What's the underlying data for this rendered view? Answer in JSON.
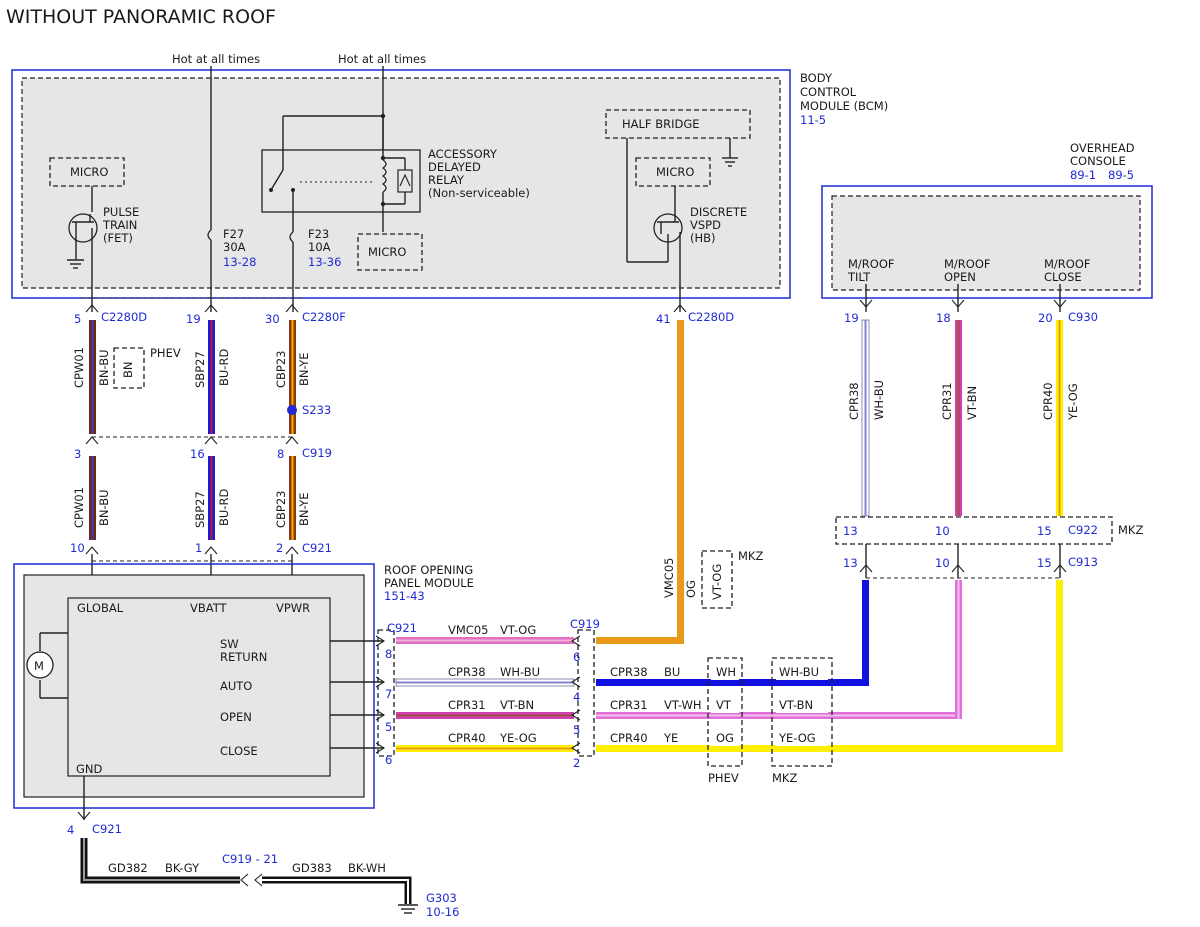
{
  "title": "WITHOUT PANORAMIC ROOF",
  "hot_labels": [
    "Hot at all times",
    "Hot at all times"
  ],
  "bcm": {
    "name": [
      "BODY",
      "CONTROL",
      "MODULE (BCM)"
    ],
    "ref": "11-5"
  },
  "overhead": {
    "name": [
      "OVERHEAD",
      "CONSOLE"
    ],
    "ref1": "89-1",
    "ref2": "89-5",
    "pins": [
      [
        "M/ROOF",
        "TILT"
      ],
      [
        "M/ROOF",
        "OPEN"
      ],
      [
        "M/ROOF",
        "CLOSE"
      ]
    ]
  },
  "relay": {
    "label": [
      "ACCESSORY",
      "DELAYED",
      "RELAY",
      "(Non-serviceable)"
    ]
  },
  "micro": "MICRO",
  "half_bridge": "HALF BRIDGE",
  "pulse_train": [
    "PULSE",
    "TRAIN",
    "(FET)"
  ],
  "discrete": [
    "DISCRETE",
    "VSPD",
    "(HB)"
  ],
  "fuses": [
    {
      "name": "F27",
      "amps": "30A",
      "ref": "13-28"
    },
    {
      "name": "F23",
      "amps": "10A",
      "ref": "13-36"
    }
  ],
  "bcm_pins": [
    {
      "pin": "5",
      "conn": "C2280D"
    },
    {
      "pin": "19",
      "conn": ""
    },
    {
      "pin": "30",
      "conn": "C2280F"
    },
    {
      "pin": "41",
      "conn": "C2280D"
    }
  ],
  "left_wires": [
    {
      "circuit": "CPW01",
      "color": "BN-BU"
    },
    {
      "circuit": "SBP27",
      "color": "BU-RD"
    },
    {
      "circuit": "CBP23",
      "color": "BN-YE"
    }
  ],
  "phev_box": {
    "color": "BN",
    "label": "PHEV"
  },
  "splice": "S233",
  "c919_pins": [
    {
      "pin": "3",
      "conn": ""
    },
    {
      "pin": "16",
      "conn": ""
    },
    {
      "pin": "8",
      "conn": "C919"
    }
  ],
  "c921_pins": [
    {
      "pin": "10",
      "conn": ""
    },
    {
      "pin": "1",
      "conn": ""
    },
    {
      "pin": "2",
      "conn": "C921"
    }
  ],
  "ropm": {
    "name": [
      "ROOF OPENING",
      "PANEL MODULE"
    ],
    "ref": "151-43",
    "inputs": [
      "GLOBAL",
      "VBATT",
      "VPWR"
    ],
    "gnd": "GND",
    "motor": "M",
    "outputs": [
      [
        "SW",
        "RETURN"
      ],
      [
        "AUTO"
      ],
      [
        "OPEN"
      ],
      [
        "CLOSE"
      ]
    ]
  },
  "vmc05": {
    "circuit": "VMC05",
    "color": "OG",
    "mkz_color": "VT-OG",
    "mkz": "MKZ"
  },
  "overhead_pins": [
    {
      "pin": "19",
      "conn": ""
    },
    {
      "pin": "18",
      "conn": ""
    },
    {
      "pin": "20",
      "conn": "C930"
    }
  ],
  "right_wires": [
    {
      "circuit": "CPR38",
      "color": "WH-BU"
    },
    {
      "circuit": "CPR31",
      "color": "VT-BN"
    },
    {
      "circuit": "CPR40",
      "color": "YE-OG"
    }
  ],
  "c922": {
    "pins": [
      "13",
      "10",
      "15"
    ],
    "conn": "C922",
    "label": "MKZ"
  },
  "c913": {
    "pins": [
      "13",
      "10",
      "15"
    ],
    "conn": "C913"
  },
  "harness": {
    "left_conn": "C921",
    "right_conn": "C919",
    "left_pins": [
      "8",
      "7",
      "5",
      "6"
    ],
    "right_pins": [
      "6",
      "4",
      "5",
      "2"
    ],
    "rows": [
      {
        "circuit": "VMC05",
        "color": "VT-OG"
      },
      {
        "circuit": "CPR38",
        "color": "WH-BU"
      },
      {
        "circuit": "CPR31",
        "color": "VT-BN"
      },
      {
        "circuit": "CPR40",
        "color": "YE-OG"
      }
    ],
    "right_rows": [
      {
        "circuit": "CPR38",
        "color": "BU",
        "phev": "WH",
        "mkz": "WH-BU"
      },
      {
        "circuit": "CPR31",
        "color": "VT-WH",
        "phev": "VT",
        "mkz": "VT-BN"
      },
      {
        "circuit": "CPR40",
        "color": "YE",
        "phev": "OG",
        "mkz": "YE-OG"
      }
    ],
    "phev": "PHEV",
    "mkz": "MKZ"
  },
  "ground": {
    "pin": "4",
    "conn": "C921",
    "w1": {
      "circuit": "GD382",
      "color": "BK-GY"
    },
    "inline": "C919  -  21",
    "w2": {
      "circuit": "GD383",
      "color": "BK-WH"
    },
    "g": "G303",
    "ref": "10-16"
  },
  "colors": {
    "blue": "#1f2ad6",
    "brown": "#6b2a18",
    "orange": "#e89a18",
    "pink": "#e060b0",
    "violet": "#e070d8",
    "yellow": "#ffef00",
    "darkblue": "#1010e0",
    "gray": "#e6e6e6"
  }
}
